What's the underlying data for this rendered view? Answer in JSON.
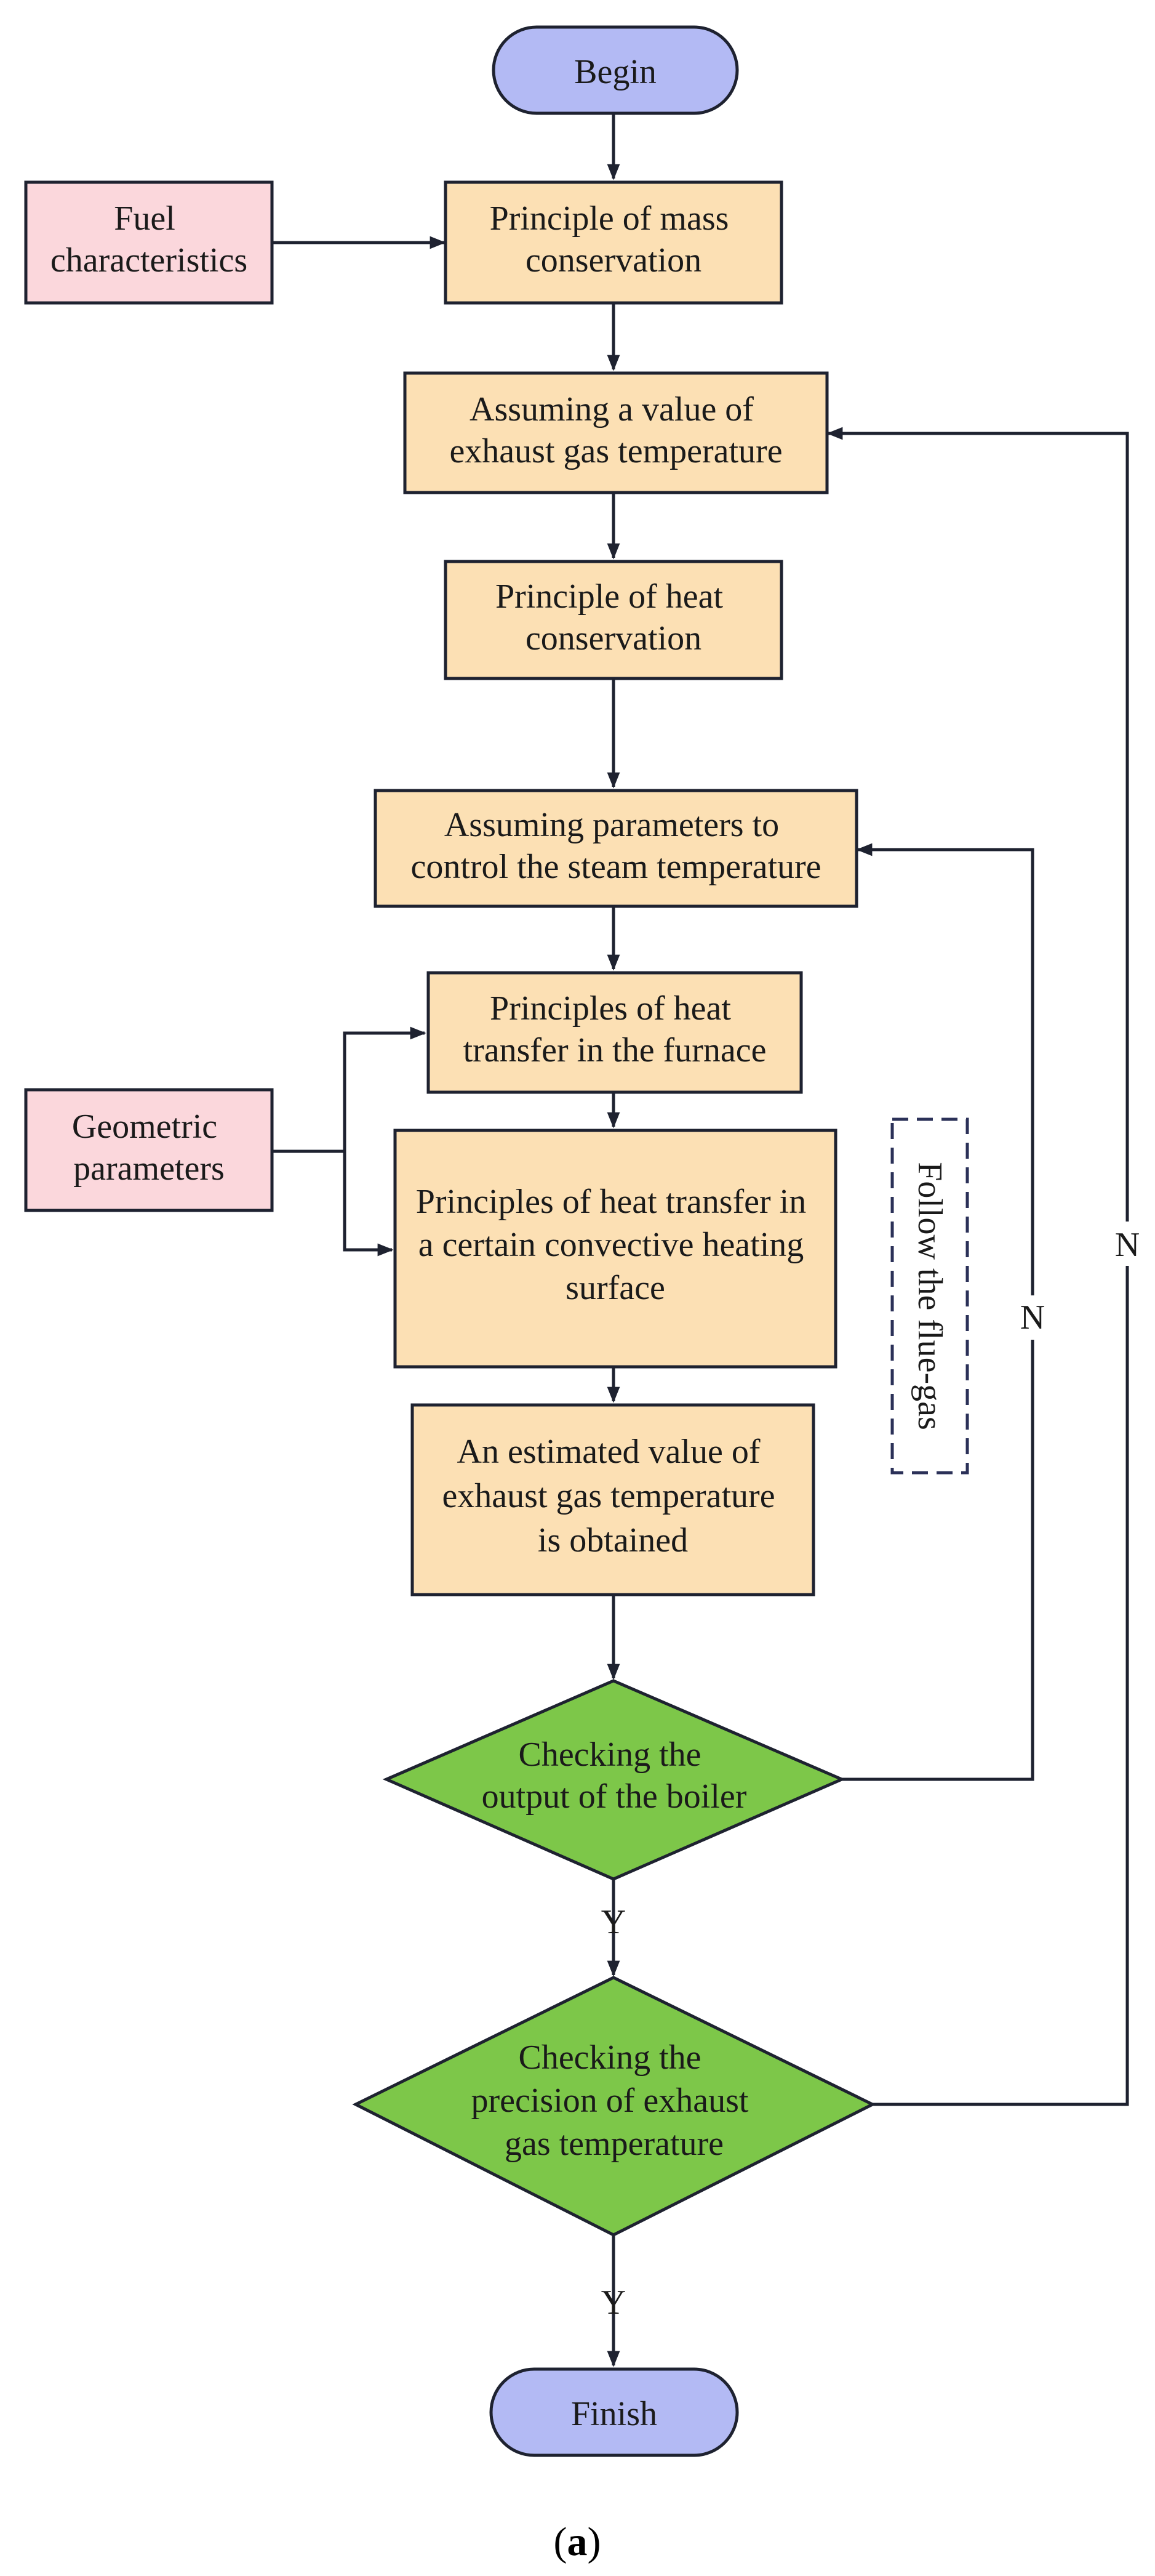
{
  "colors": {
    "terminal_fill": "#B3BAF4",
    "process_fill": "#FCE0B4",
    "input_fill": "#FBD7DC",
    "decision_fill": "#7DC749",
    "stroke": "#1E2230",
    "note_stroke": "#2B3158"
  },
  "nodes": {
    "begin": [
      "Begin"
    ],
    "fuel": [
      "Fuel",
      "characteristics"
    ],
    "mass": [
      "Principle of mass",
      "conservation"
    ],
    "assume_exhaust": [
      "Assuming a value of",
      "exhaust gas temperature"
    ],
    "heat_cons": [
      "Principle of heat",
      "conservation"
    ],
    "assume_steam": [
      "Assuming parameters to",
      "control the steam temperature"
    ],
    "furnace": [
      "Principles of  heat",
      "transfer in the furnace"
    ],
    "geometric": [
      "Geometric",
      "parameters"
    ],
    "convective": [
      "Principles of  heat transfer in",
      "a certain convective heating",
      "surface"
    ],
    "estimated": [
      "An estimated value of",
      "exhaust gas temperature",
      "is obtained"
    ],
    "check_output": [
      "Checking the",
      "output of the boiler"
    ],
    "check_precision": [
      "Checking the",
      "precision of exhaust",
      "gas temperature"
    ],
    "finish": [
      "Finish"
    ]
  },
  "note": "Follow the flue-gas",
  "edge_labels": {
    "yes1": "Y",
    "yes2": "Y",
    "no_inner": "N",
    "no_outer": "N"
  },
  "caption": {
    "open": "(",
    "letter": "a",
    "close": ")"
  }
}
